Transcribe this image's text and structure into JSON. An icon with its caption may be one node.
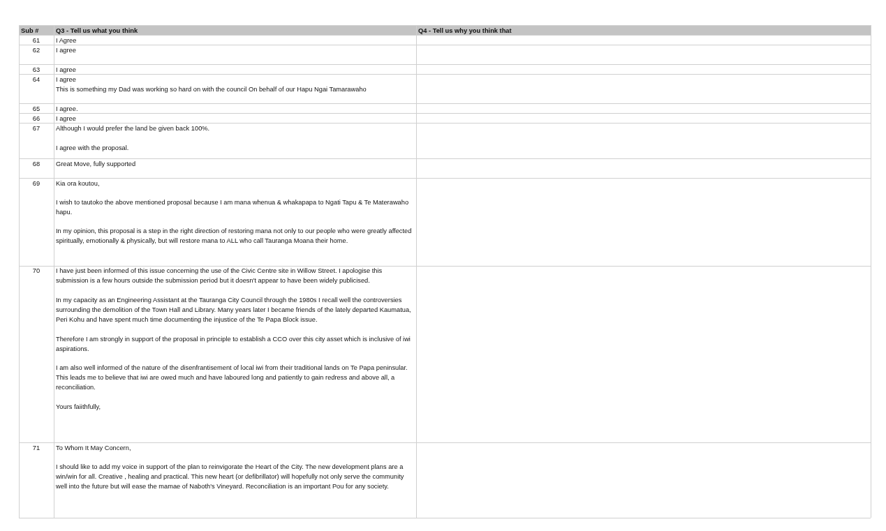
{
  "diagram": {
    "labels": [
      "Sub #",
      "Q3 - Tell us what you think",
      "Q4 - Tell us why you think that",
      "61",
      "I Agree",
      "62",
      "I agree",
      "63",
      "I agree",
      "64",
      "I agree",
      "This is something my Dad was working so hard on with the council On behalf of our Hapu Ngai Tamarawaho",
      "65",
      "I agree.",
      "66",
      "I agree",
      "67",
      "Although I would prefer the land be given back 100%.",
      "I agree with the proposal.",
      "68",
      "Great Move, fully supported",
      "69",
      "Kia ora koutou,",
      "I wish to tautoko the above mentioned proposal because I am mana whenua & whakapapa to Ngati Tapu & Te Materawaho hapu.",
      "In my opinion, this proposal is a step in the right direction of restoring mana not only to our people who were greatly affected spiritually, emotionally & physically, but will restore mana to ALL who call Tauranga Moana their home.",
      "70",
      "I have just been informed of this issue concerning the use of the Civic Centre site in Willow Street. I apologise this submission is a few hours outside the submission period but it doesn't appear to have been widely publicised.",
      "In my capacity as an Engineering Assistant at the Tauranga City Council through the 1980s I recall well the controversies surrounding the demolition of the Town Hall and Library. Many years later I became friends of the lately departed Kaumatua, Peri Kohu and have spent much time documenting the injustice of the Te Papa Block issue.",
      "Therefore I am strongly in support of the proposal in principle to establish a CCO over this city asset which is inclusive of iwi aspirations.",
      "I am also well informed of the nature of the disenfrantisement of local iwi from their traditional lands on Te Papa peninsular. This leads me to believe that iwi are owed much and have laboured long and patiently to gain redress and above all, a reconciliation.",
      "Yours faiithfully,",
      "71",
      "To Whom It May Concern,",
      "I should like to add my voice in support of the plan to reinvigorate the Heart of the City. The new development plans are a win/win for all. Creative , healing and practical. This new heart (or defibrillator) will hopefully not only serve the community well into the future but will ease the mamae of Naboth's Vineyard. Reconciliation is an important Pou for any society."
    ]
  }
}
